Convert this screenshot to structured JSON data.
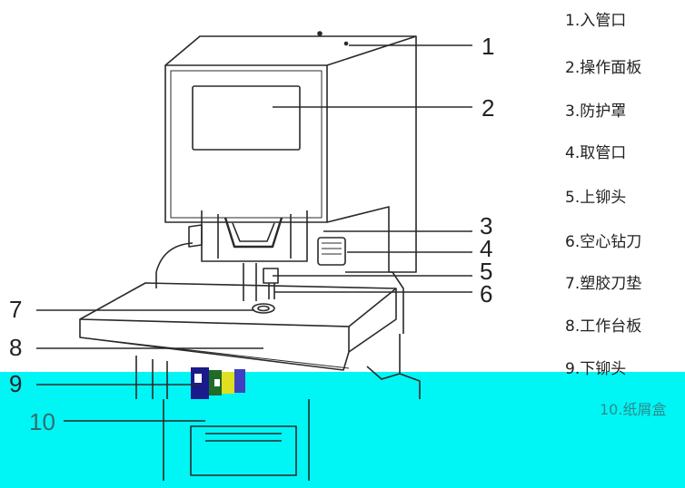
{
  "colors": {
    "band": "#00f5f5",
    "line": "#2a2a2a",
    "legend_on_band": "#2f8a8a"
  },
  "legend": [
    "1.入管口",
    "2.操作面板",
    "3.防护罩",
    "4.取管口",
    "5.上铆头",
    "6.空心钻刀",
    "7.塑胶刀垫",
    "8.工作台板",
    "9.下铆头",
    "10.纸屑盒"
  ],
  "callouts": [
    "1",
    "2",
    "3",
    "4",
    "5",
    "6",
    "7",
    "8",
    "9",
    "10"
  ]
}
